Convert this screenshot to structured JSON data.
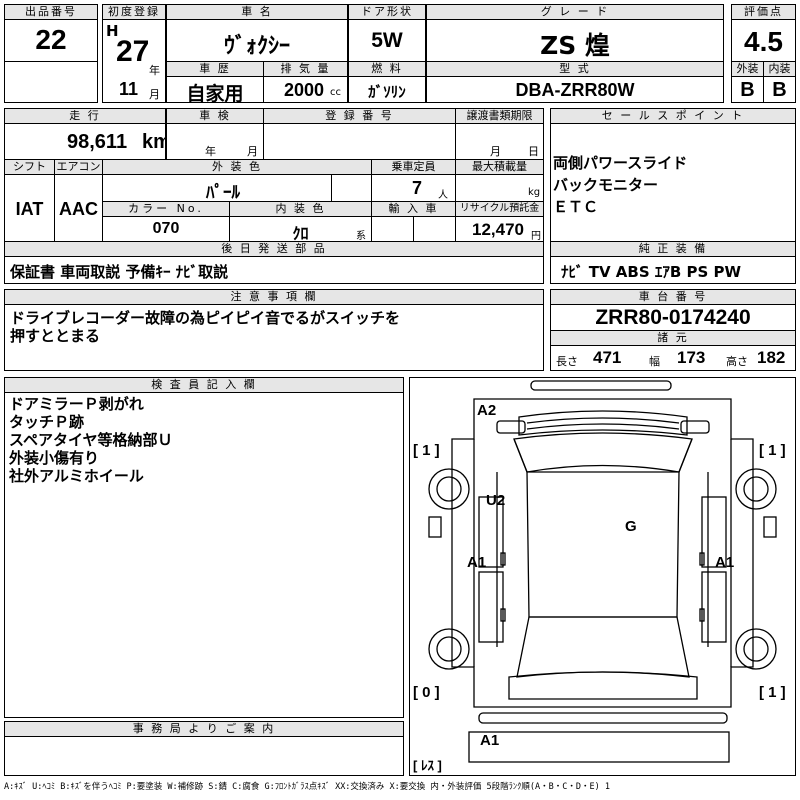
{
  "header": {
    "lot_label": "出品番号",
    "lot_no": "22",
    "first_reg_label": "初度登録",
    "era": "H",
    "year": "27",
    "year_unit": "年",
    "month": "11",
    "month_unit": "月",
    "model_label": "車 名",
    "model": "ｳﾞｫｸｼｰ",
    "history_label": "車 歴",
    "history": "自家用",
    "displacement_label": "排 気 量",
    "displacement": "2000",
    "displacement_unit": "cc",
    "door_label": "ドア形状",
    "door": "5W",
    "fuel_label": "燃 料",
    "fuel": "ｶﾞｿﾘﾝ",
    "grade_label": "グ レ ー ド",
    "grade": "ZS 煌",
    "type_label": "型 式",
    "type": "DBA-ZRR80W",
    "score_label": "評価点",
    "score": "4.5",
    "ext_label": "外装",
    "ext": "B",
    "int_label": "内装",
    "int": "B"
  },
  "row2": {
    "mileage_label": "走 行",
    "mileage": "98,611",
    "mileage_unit": "km",
    "inspection_label": "車 検",
    "inspection_year_unit": "年",
    "inspection_month_unit": "月",
    "plate_label": "登 録 番 号",
    "transfer_label": "譲渡書類期限",
    "transfer_month_unit": "月",
    "transfer_day_unit": "日",
    "shift_label": "シフト",
    "shift": "IAT",
    "ac_label": "エアコン",
    "ac": "AAC",
    "color_label": "外 装 色",
    "color": "ﾊﾟｰﾙ",
    "colorno_label": "カラー No.",
    "colorno": "070",
    "interior_label": "内 装 色",
    "interior": "ｸﾛ",
    "interior_unit": "系",
    "seats_label": "乗車定員",
    "seats": "7",
    "seats_unit": "人",
    "load_label": "最大積載量",
    "load_unit": "kg",
    "import_label": "輸 入 車",
    "recycle_label": "リサイクル預託金",
    "recycle": "12,470",
    "recycle_unit": "円"
  },
  "later_parts": {
    "label": "後 日 発 送 部 品",
    "text": "保証書 車両取説 予備ｷｰ ﾅﾋﾞ取説"
  },
  "sales_points": {
    "label": "セ ー ル ス ポ イ ン ト",
    "items": [
      "両側パワースライド",
      "バックモニター",
      "ＥＴＣ"
    ]
  },
  "equipment": {
    "label": "純 正 装 備",
    "text": "ﾅﾋﾞ TV ABS ｴｱB PS PW"
  },
  "notes": {
    "label": "注 意 事 項 欄",
    "line1": "ドライブレコーダー故障の為ピイピイ音でるがスイッチを",
    "line2": "押すととまる"
  },
  "chassis": {
    "label": "車 台 番 号",
    "number": "ZRR80-0174240"
  },
  "specs": {
    "label": "諸 元",
    "length_label": "長さ",
    "length": "471",
    "width_label": "幅",
    "width": "173",
    "height_label": "高さ",
    "height": "182"
  },
  "inspector": {
    "label": "検 査 員 記 入 欄",
    "lines": [
      "ドアミラーＰ剥がれ",
      "タッチＰ跡",
      "スペアタイヤ等格納部Ｕ",
      "外装小傷有り",
      "社外アルミホイール"
    ]
  },
  "office": {
    "label": "事 務 局 よ り ご 案 内"
  },
  "diagram": {
    "marks": {
      "a2": "A2",
      "u2": "U2",
      "g": "G",
      "a1_left": "A1",
      "a1_right": "A1",
      "a1_bottom": "A1"
    },
    "tires": {
      "front_left": "[ 1 ]",
      "front_right": "[ 1 ]",
      "rear_left": "[ 0 ]",
      "rear_right": "[ 1 ]",
      "spare": "[ ﾚｽ ]"
    }
  },
  "legend": "A:ｷｽﾞ U:ﾍｺﾐ B:ｷｽﾞを伴うﾍｺﾐ P:要塗装 W:補修跡 S:錆 C:腐食 G:ﾌﾛﾝﾄｶﾞﾗｽ点ｷｽﾞ XX:交換済み X:要交換 内・外装評価 5段階ﾗﾝｸ順(A・B・C・D・E) 1"
}
